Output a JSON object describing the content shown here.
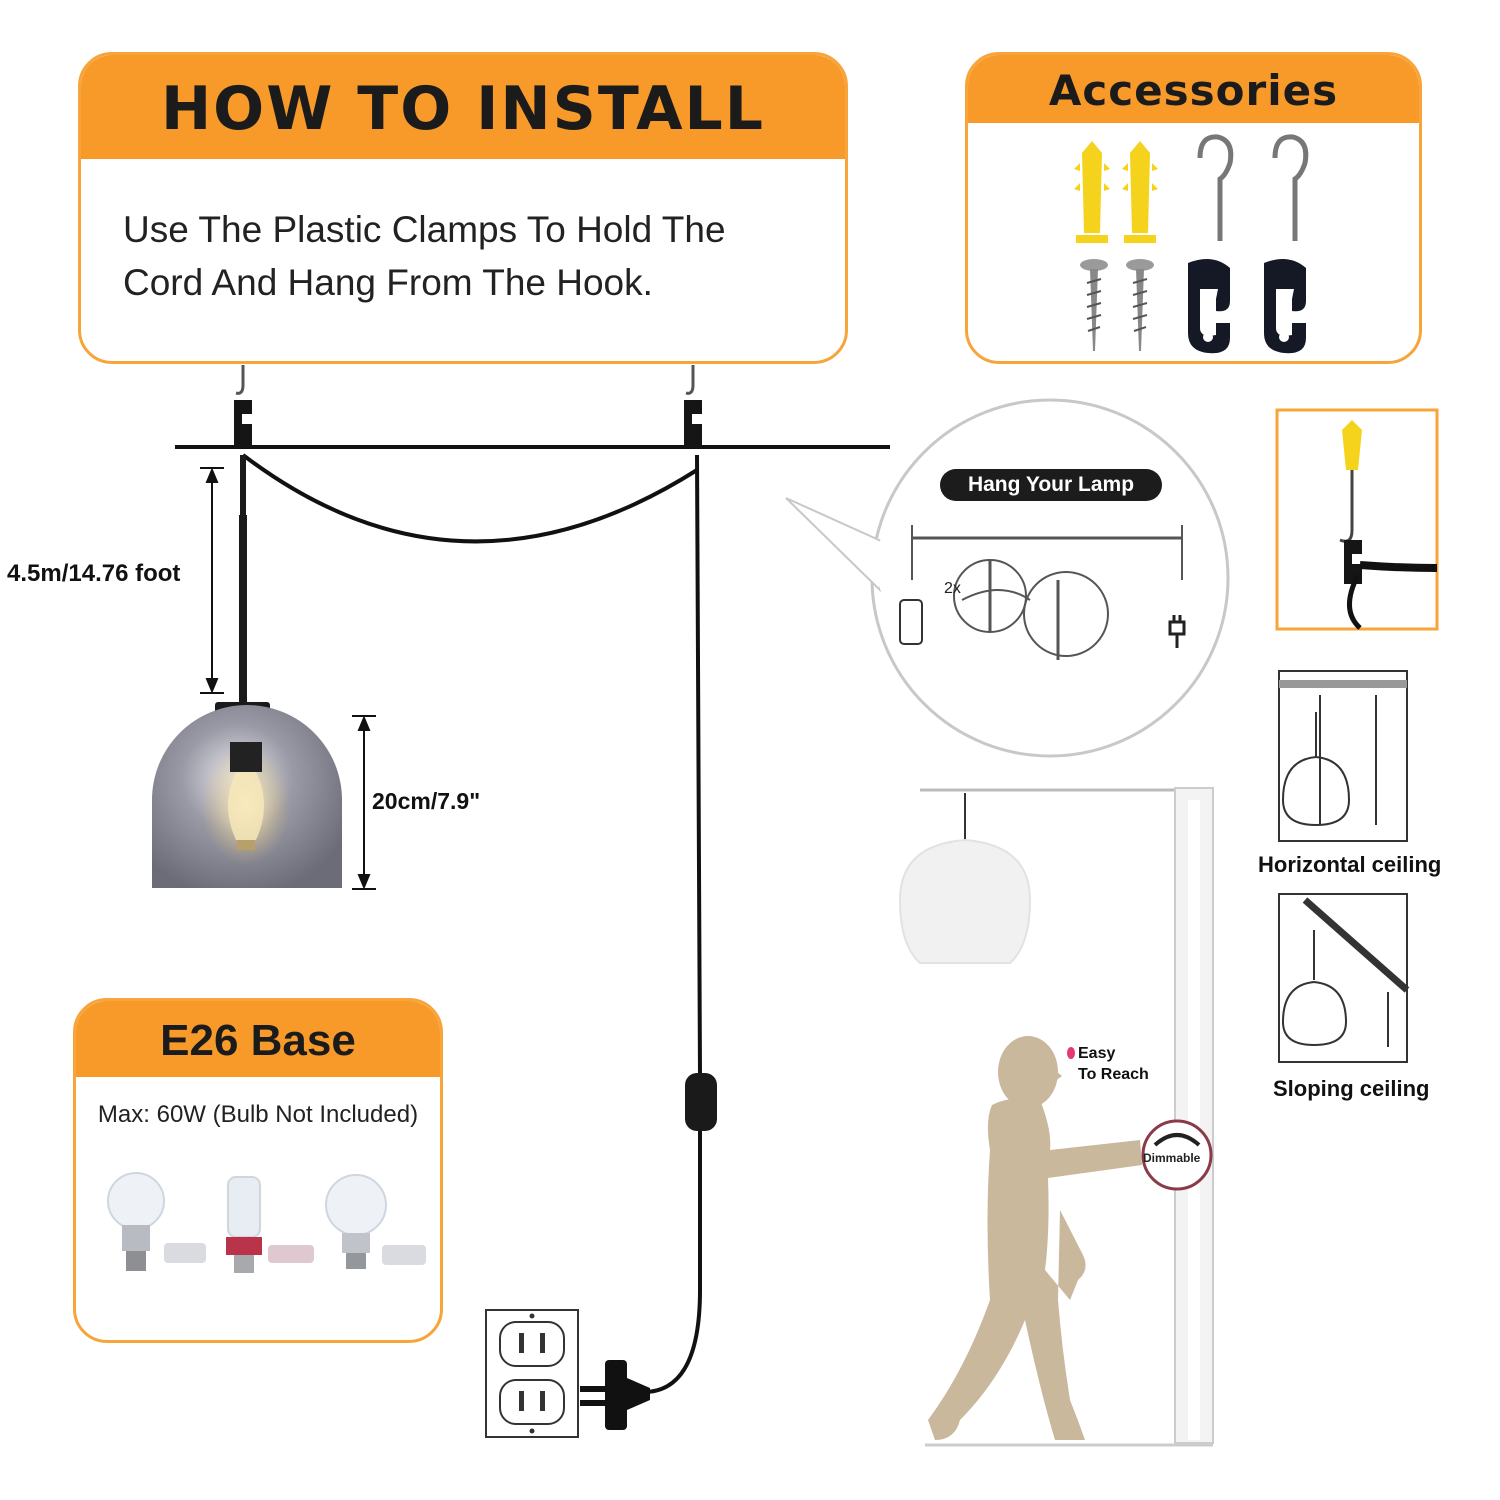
{
  "install": {
    "title": "HOW TO INSTALL",
    "line1": "Use The Plastic Clamps To Hold The",
    "line2": "Cord And Hang From The Hook."
  },
  "accessories": {
    "title": "Accessories",
    "items": [
      "yellow-anchor-icon",
      "hook-icon",
      "screw-icon",
      "cord-clamp-icon"
    ]
  },
  "dimensions": {
    "length": "4.5m/14.76 foot",
    "diameter": "20cm/7.9\""
  },
  "base": {
    "title": "E26 Base",
    "subtitle": "Max: 60W (Bulb Not Included)"
  },
  "callout": {
    "title": "Hang Your Lamp",
    "multiplier": "2x"
  },
  "ceilings": {
    "horizontal": "Horizontal ceiling",
    "sloping": "Sloping ceiling"
  },
  "reach": {
    "line1": "Easy",
    "line2": "To Reach",
    "switch_text": "Dimmable"
  },
  "colors": {
    "accent": "#f79a2a",
    "border": "#f7a53a",
    "figure": "#c9b89c",
    "anchor": "#f5d31c"
  }
}
